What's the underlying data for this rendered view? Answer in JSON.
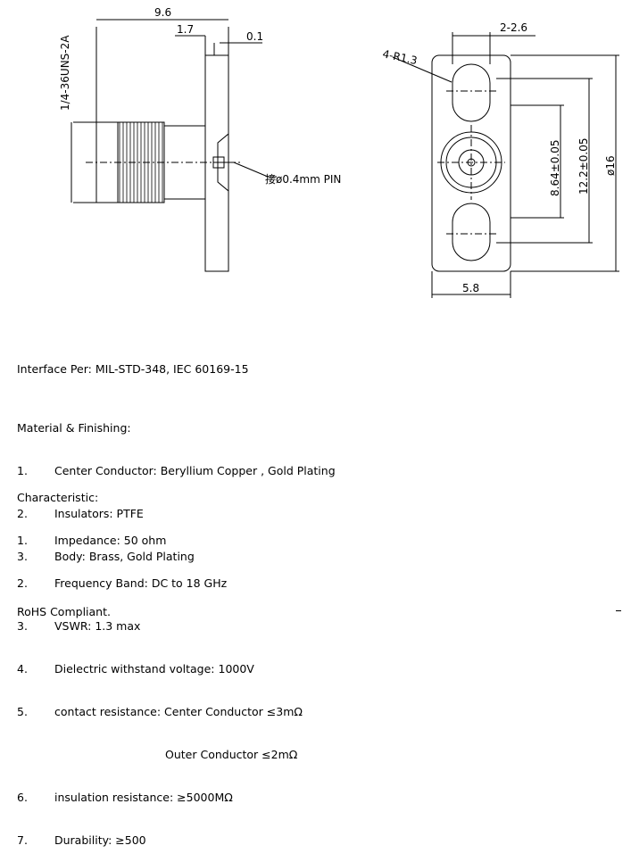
{
  "drawing": {
    "dim_total_length": "9.6",
    "dim_flange_offset": "1.7",
    "dim_pin_recess": "0.1",
    "thread_spec": "1/4-36UNS-2A",
    "pin_callout": "接ø0.4mm PIN",
    "dim_slot_width": "2-2.6",
    "dim_slot_radius": "4-R1.3",
    "dim_hole_spacing": "8.64±0.05",
    "dim_slot_spacing": "12.2±0.05",
    "dim_flange_length": "ø16",
    "dim_flange_width": "5.8"
  },
  "specs": {
    "interface": "Interface Per: MIL-STD-348, IEC 60169-15",
    "material_title": "Material & Finishing:",
    "materials": [
      {
        "num": "1.",
        "text": "Center Conductor: Beryllium Copper , Gold Plating"
      },
      {
        "num": "2.",
        "text": "Insulators: PTFE"
      },
      {
        "num": "3.",
        "text": "Body: Brass, Gold Plating"
      }
    ],
    "char_title": "Characteristic:",
    "characteristics": [
      {
        "num": "1.",
        "text": "Impedance: 50 ohm"
      },
      {
        "num": "2.",
        "text": "Frequency Band: DC to 18 GHz"
      },
      {
        "num": "3.",
        "text": "VSWR: 1.3 max"
      },
      {
        "num": "4.",
        "text": "Dielectric withstand voltage: 1000V"
      },
      {
        "num": "5.",
        "text": "contact resistance: Center Conductor ≤3mΩ"
      }
    ],
    "char_5_continued": "Outer Conductor ≤2mΩ",
    "characteristics_more": [
      {
        "num": "6.",
        "text": "insulation resistance: ≥5000MΩ"
      },
      {
        "num": "7.",
        "text": "Durability: ≥500"
      }
    ],
    "rohs": "RoHS Compliant."
  }
}
